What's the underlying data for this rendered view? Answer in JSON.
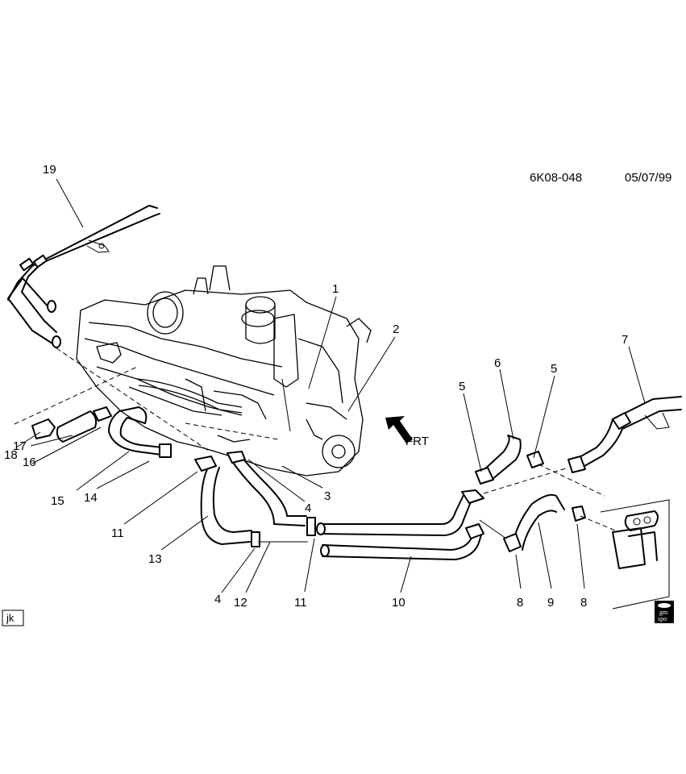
{
  "header": {
    "diagram_code": "6K08-048",
    "date": "05/07/99"
  },
  "direction_label": "FRT",
  "author_tag": "jk",
  "logo": {
    "line1": "gm",
    "line2": "spo",
    "name": "gm-spo-logo-icon"
  },
  "callouts": [
    "1",
    "2",
    "3",
    "4",
    "4",
    "5",
    "5",
    "6",
    "7",
    "8",
    "8",
    "9",
    "10",
    "11",
    "11",
    "12",
    "13",
    "14",
    "15",
    "16",
    "17",
    "18",
    "19"
  ]
}
